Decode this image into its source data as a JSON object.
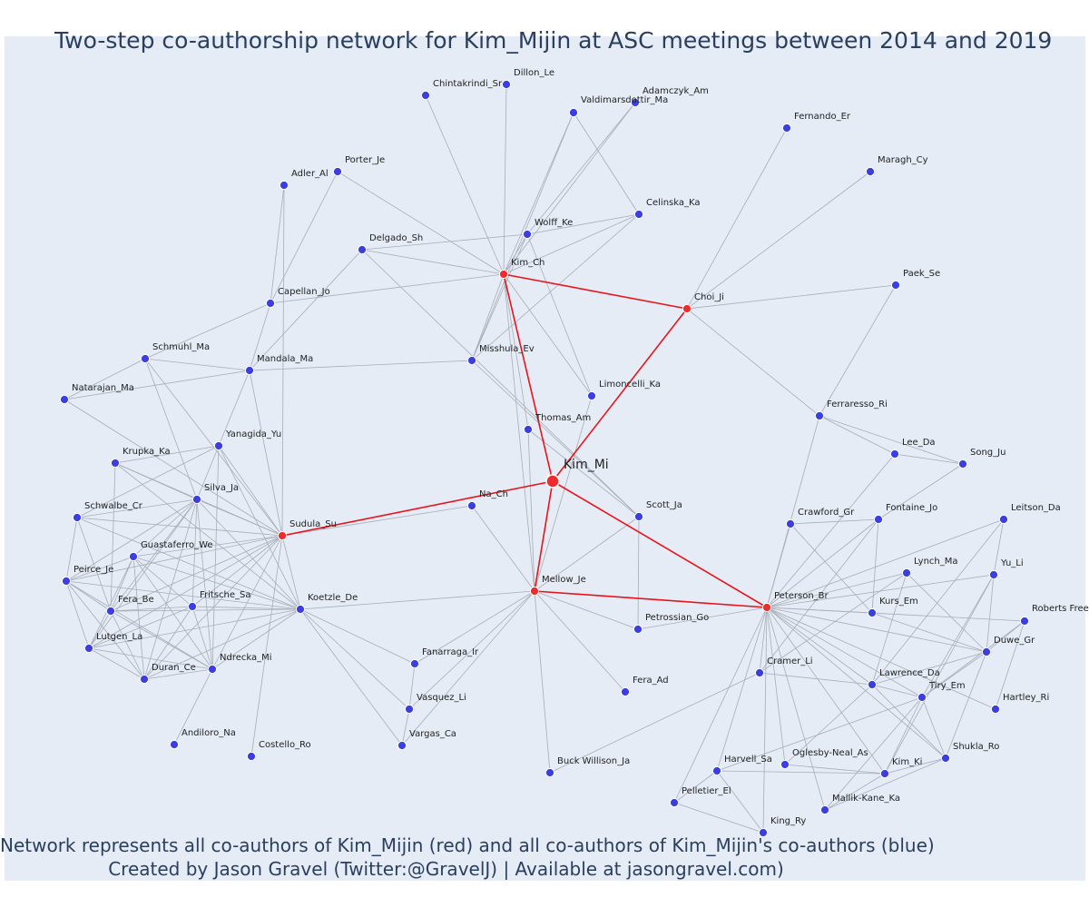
{
  "title": "Two-step co-authorship network for Kim_Mijin at ASC meetings between 2014 and 2019",
  "caption": {
    "line1": "Network represents all co-authors of Kim_Mijin (red) and all co-authors of Kim_Mijin's co-authors (blue)",
    "line2": "Created by Jason Gravel (Twitter:@GravelJ) | Available at jasongravel.com)"
  },
  "colors": {
    "background": "#e5ecf6",
    "red_node": "#ef2b2b",
    "blue_node": "#3b3fe0",
    "red_edge": "#e8141b",
    "gray_edge": "#a8adb8",
    "text": "#2a3f5f"
  },
  "nodes": [
    {
      "id": "Kim_Mi",
      "label": "Kim_Mi",
      "group": "center"
    },
    {
      "id": "Kim_Ch",
      "label": "Kim_Ch",
      "group": "red"
    },
    {
      "id": "Choi_Ji",
      "label": "Choi_Ji",
      "group": "red"
    },
    {
      "id": "Sudula_Su",
      "label": "Sudula_Su",
      "group": "red"
    },
    {
      "id": "Mellow_Je",
      "label": "Mellow_Je",
      "group": "red"
    },
    {
      "id": "Peterson_Br",
      "label": "Peterson_Br",
      "group": "red"
    },
    {
      "id": "Dillon_Le",
      "label": "Dillon_Le",
      "group": "blue"
    },
    {
      "id": "Chintakrindi_Sr",
      "label": "Chintakrindi_Sr",
      "group": "blue"
    },
    {
      "id": "Adamczyk_Am",
      "label": "Adamczyk_Am",
      "group": "blue"
    },
    {
      "id": "Valdimarsdottir_Ma",
      "label": "Valdimarsdottir_Ma",
      "group": "blue"
    },
    {
      "id": "Fernando_Er",
      "label": "Fernando_Er",
      "group": "blue"
    },
    {
      "id": "Maragh_Cy",
      "label": "Maragh_Cy",
      "group": "blue"
    },
    {
      "id": "Porter_Je",
      "label": "Porter_Je",
      "group": "blue"
    },
    {
      "id": "Adler_Al",
      "label": "Adler_Al",
      "group": "blue"
    },
    {
      "id": "Celinska_Ka",
      "label": "Celinska_Ka",
      "group": "blue"
    },
    {
      "id": "Wolff_Ke",
      "label": "Wolff_Ke",
      "group": "blue"
    },
    {
      "id": "Delgado_Sh",
      "label": "Delgado_Sh",
      "group": "blue"
    },
    {
      "id": "Paek_Se",
      "label": "Paek_Se",
      "group": "blue"
    },
    {
      "id": "Capellan_Jo",
      "label": "Capellan_Jo",
      "group": "blue"
    },
    {
      "id": "Schmuhl_Ma",
      "label": "Schmuhl_Ma",
      "group": "blue"
    },
    {
      "id": "Mandala_Ma",
      "label": "Mandala_Ma",
      "group": "blue"
    },
    {
      "id": "Misshula_Ev",
      "label": "Misshula_Ev",
      "group": "blue"
    },
    {
      "id": "Natarajan_Ma",
      "label": "Natarajan_Ma",
      "group": "blue"
    },
    {
      "id": "Limoncelli_Ka",
      "label": "Limoncelli_Ka",
      "group": "blue"
    },
    {
      "id": "Ferraresso_Ri",
      "label": "Ferraresso_Ri",
      "group": "blue"
    },
    {
      "id": "Thomas_Am",
      "label": "Thomas_Am",
      "group": "blue"
    },
    {
      "id": "Yanagida_Yu",
      "label": "Yanagida_Yu",
      "group": "blue"
    },
    {
      "id": "Krupka_Ka",
      "label": "Krupka_Ka",
      "group": "blue"
    },
    {
      "id": "Lee_Da",
      "label": "Lee_Da",
      "group": "blue"
    },
    {
      "id": "Song_Ju",
      "label": "Song_Ju",
      "group": "blue"
    },
    {
      "id": "Silva_Ja",
      "label": "Silva_Ja",
      "group": "blue"
    },
    {
      "id": "Na_Ch",
      "label": "Na_Ch",
      "group": "blue"
    },
    {
      "id": "Scott_Ja",
      "label": "Scott_Ja",
      "group": "blue"
    },
    {
      "id": "Schwalbe_Cr",
      "label": "Schwalbe_Cr",
      "group": "blue"
    },
    {
      "id": "Crawford_Gr",
      "label": "Crawford_Gr",
      "group": "blue"
    },
    {
      "id": "Fontaine_Jo",
      "label": "Fontaine_Jo",
      "group": "blue"
    },
    {
      "id": "Leitson_Da",
      "label": "Leitson_Da",
      "group": "blue"
    },
    {
      "id": "Guastaferro_We",
      "label": "Guastaferro_We",
      "group": "blue"
    },
    {
      "id": "Peirce_Je",
      "label": "Peirce_Je",
      "group": "blue"
    },
    {
      "id": "Lynch_Ma",
      "label": "Lynch_Ma",
      "group": "blue"
    },
    {
      "id": "Yu_Li",
      "label": "Yu_Li",
      "group": "blue"
    },
    {
      "id": "Fritsche_Sa",
      "label": "Fritsche_Sa",
      "group": "blue"
    },
    {
      "id": "Fera_Be",
      "label": "Fera_Be",
      "group": "blue"
    },
    {
      "id": "Koetzle_De",
      "label": "Koetzle_De",
      "group": "blue"
    },
    {
      "id": "Kurs_Em",
      "label": "Kurs_Em",
      "group": "blue"
    },
    {
      "id": "Petrossian_Go",
      "label": "Petrossian_Go",
      "group": "blue"
    },
    {
      "id": "Roberts_Free",
      "label": "Roberts Free",
      "group": "blue"
    },
    {
      "id": "Lutgen_La",
      "label": "Lutgen_La",
      "group": "blue"
    },
    {
      "id": "Ndrecka_Mi",
      "label": "Ndrecka_Mi",
      "group": "blue"
    },
    {
      "id": "Duran_Ce",
      "label": "Duran_Ce",
      "group": "blue"
    },
    {
      "id": "Fanarraga_Ir",
      "label": "Fanarraga_Ir",
      "group": "blue"
    },
    {
      "id": "Duwe_Gr",
      "label": "Duwe_Gr",
      "group": "blue"
    },
    {
      "id": "Cramer_Li",
      "label": "Cramer_Li",
      "group": "blue"
    },
    {
      "id": "Fera_Ad",
      "label": "Fera_Ad",
      "group": "blue"
    },
    {
      "id": "Lawrence_Da",
      "label": "Lawrence_Da",
      "group": "blue"
    },
    {
      "id": "Tiry_Em",
      "label": "Tiry_Em",
      "group": "blue"
    },
    {
      "id": "Vasquez_Li",
      "label": "Vasquez_Li",
      "group": "blue"
    },
    {
      "id": "Hartley_Ri",
      "label": "Hartley_Ri",
      "group": "blue"
    },
    {
      "id": "Andiloro_Na",
      "label": "Andiloro_Na",
      "group": "blue"
    },
    {
      "id": "Costello_Ro",
      "label": "Costello_Ro",
      "group": "blue"
    },
    {
      "id": "Vargas_Ca",
      "label": "Vargas_Ca",
      "group": "blue"
    },
    {
      "id": "Shukla_Ro",
      "label": "Shukla_Ro",
      "group": "blue"
    },
    {
      "id": "Harvell_Sa",
      "label": "Harvell_Sa",
      "group": "blue"
    },
    {
      "id": "Oglesby-Neal_As",
      "label": "Oglesby-Neal_As",
      "group": "blue"
    },
    {
      "id": "Kim_Ki",
      "label": "Kim_Ki",
      "group": "blue"
    },
    {
      "id": "Buck_Willison_Ja",
      "label": "Buck Willison_Ja",
      "group": "blue"
    },
    {
      "id": "Pelletier_El",
      "label": "Pelletier_El",
      "group": "blue"
    },
    {
      "id": "Mallik-Kane_Ka",
      "label": "Mallik-Kane_Ka",
      "group": "blue"
    },
    {
      "id": "King_Ry",
      "label": "King_Ry",
      "group": "blue"
    }
  ]
}
